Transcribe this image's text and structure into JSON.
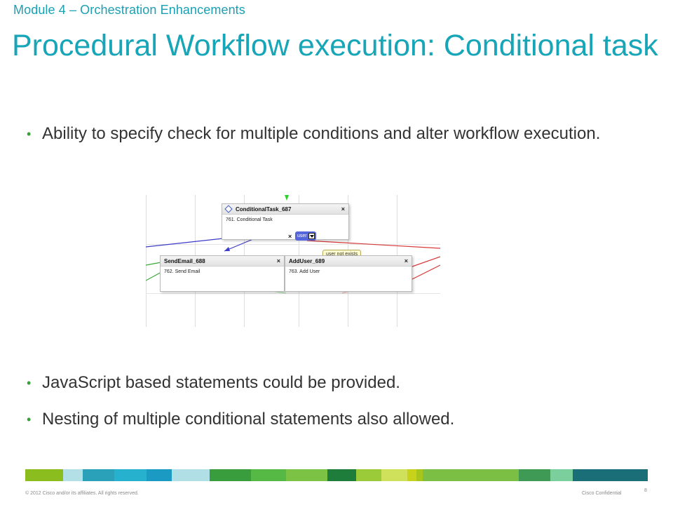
{
  "header": {
    "module": "Module 4 –  Orchestration Enhancements",
    "title": "Procedural Workflow execution: Conditional task"
  },
  "bullets_top": [
    "Ability to specify check for multiple conditions and alter workflow execution."
  ],
  "bullets_bottom": [
    "JavaScript based statements could be provided.",
    "Nesting of multiple conditional statements also allowed."
  ],
  "diagram": {
    "conditional_task": {
      "name": "ConditionalTask_687",
      "step": "761. Conditional Task",
      "close": "×"
    },
    "connector": {
      "remove": "×",
      "chip_label": "user",
      "tooltip": "user not exists"
    },
    "send_email_task": {
      "name": "SendEmail_688",
      "step": "762. Send Email",
      "close": "×"
    },
    "add_user_task": {
      "name": "AddUser_689",
      "step": "763. Add User",
      "close": "×"
    }
  },
  "footer": {
    "copyright": "© 2012 Cisco and/or its affiliates. All rights reserved.",
    "confidential": "Cisco Confidential",
    "page": "8"
  },
  "colors": {
    "title": "#17a5b8",
    "bullet": "#3aa03a",
    "bar": [
      "#8cbd1f",
      "#b3e0e6",
      "#2aa1b8",
      "#26b2cf",
      "#1b9bc4",
      "#b0e0e6",
      "#3a9d3d",
      "#56b845",
      "#7cc245",
      "#1f7d3c",
      "#9ccb3a",
      "#cfe15a",
      "#c9d21a",
      "#a8c51b",
      "#7bbf44",
      "#3e9a55",
      "#7bcf9c",
      "#1a6e78"
    ]
  }
}
